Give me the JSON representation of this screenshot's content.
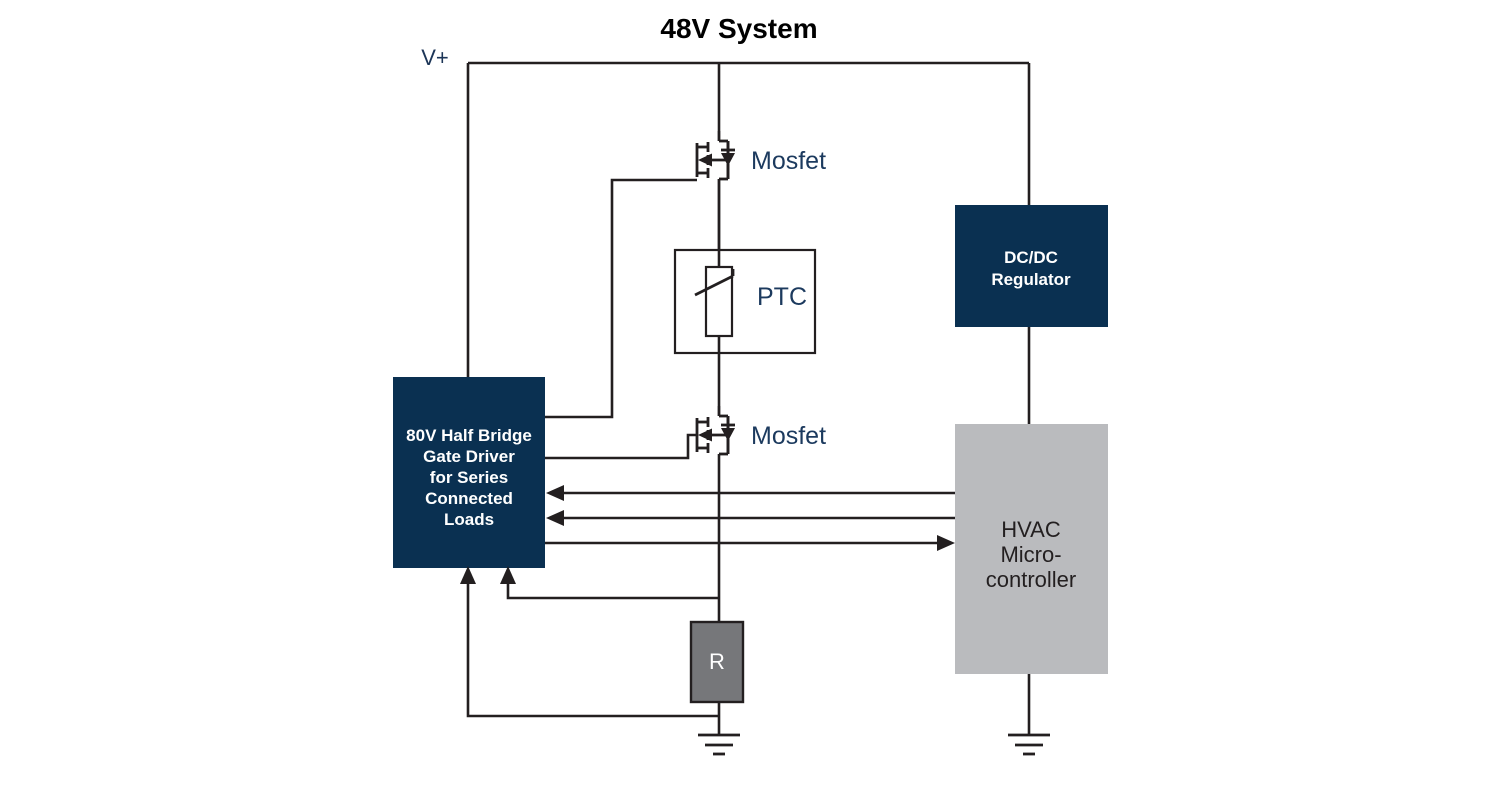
{
  "diagram": {
    "title": "48V System",
    "rail_label": "V+",
    "labels": {
      "mosfet_upper": "Mosfet",
      "mosfet_lower": "Mosfet",
      "ptc": "PTC",
      "resistor": "R"
    },
    "blocks": {
      "gate_driver": {
        "lines": [
          "80V Half Bridge",
          "Gate Driver",
          "for Series",
          "Connected",
          "Loads"
        ],
        "color": "#0a3051",
        "text_color": "#ffffff"
      },
      "dcdc": {
        "lines": [
          "DC/DC",
          "Regulator"
        ],
        "color": "#0a3051",
        "text_color": "#ffffff"
      },
      "hvac": {
        "lines": [
          "HVAC",
          "Micro-",
          "controller"
        ],
        "color": "#babbbe",
        "text_color": "#231f20"
      },
      "resistor": {
        "label": "R",
        "color": "#76777a",
        "text_color": "#ffffff"
      }
    },
    "colors": {
      "wire": "#231f20",
      "navy": "#0a3051",
      "label_navy": "#1c3a5e",
      "grey": "#babbbe",
      "resistor_grey": "#76777a",
      "background": "#ffffff"
    },
    "symbols": {
      "mosfet_upper": "mosfet-n-channel-icon",
      "mosfet_lower": "mosfet-n-channel-icon",
      "ptc": "ptc-thermistor-icon",
      "ground_left": "ground-icon",
      "ground_right": "ground-icon"
    },
    "signals": [
      {
        "name": "driver-to-hvac-feedback-1",
        "direction": "left"
      },
      {
        "name": "driver-to-hvac-feedback-2",
        "direction": "left"
      },
      {
        "name": "driver-to-hvac-command",
        "direction": "right"
      },
      {
        "name": "shunt-sense-high",
        "direction": "up"
      },
      {
        "name": "shunt-sense-low",
        "direction": "up"
      }
    ]
  }
}
